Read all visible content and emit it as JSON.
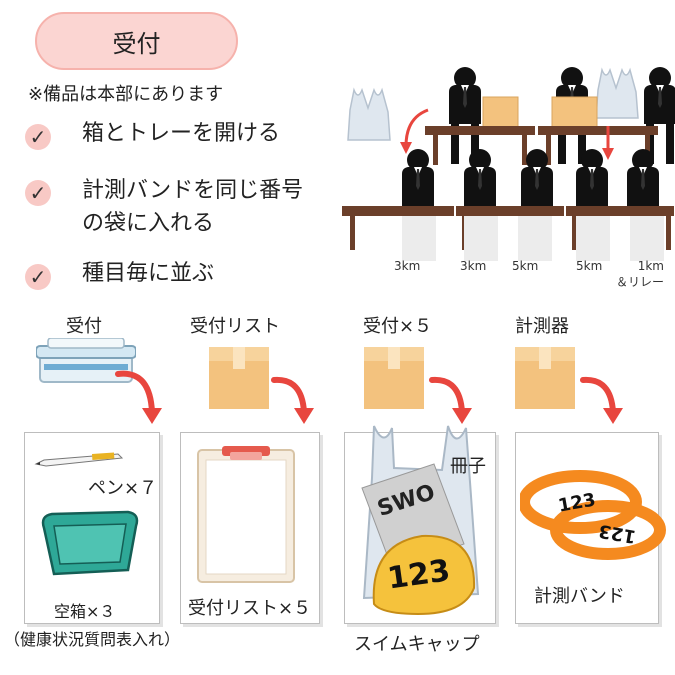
{
  "header": {
    "title": "受付",
    "note": "※備品は本部にあります"
  },
  "checklist": [
    {
      "text": "箱とトレーを開ける"
    },
    {
      "text": "計測バンドを同じ番号\nの袋に入れる"
    },
    {
      "text": "種目毎に並ぶ"
    }
  ],
  "check_glyph": "✓",
  "lanes": [
    {
      "label": "3km"
    },
    {
      "label": "3km"
    },
    {
      "label": "5km"
    },
    {
      "label": "5km"
    },
    {
      "label": "1km\n＆リレー"
    }
  ],
  "stations": [
    {
      "title": "受付",
      "contents": [
        "ペン×７",
        "空箱×３",
        "（健康状況質問表入れ）"
      ]
    },
    {
      "title": "受付リスト",
      "contents": [
        "受付リスト×５"
      ]
    },
    {
      "title": "受付×５",
      "contents": [
        "冊子",
        "スイムキャップ"
      ]
    },
    {
      "title": "計測器",
      "contents": [
        "計測バンド"
      ]
    }
  ],
  "colors": {
    "pill": "#fbd5d2",
    "check": "#f8c9c5",
    "arrow": "#e8463e",
    "box": "#f3c27e",
    "tray": "#2ea897",
    "cap": "#f5c23c",
    "band": "#f58a1f"
  },
  "icons": [
    "check-icon",
    "plastic-bag-icon",
    "person-icon",
    "table-icon",
    "cardboard-box-icon",
    "curved-arrow-icon",
    "pen-icon",
    "tray-icon",
    "clipboard-icon",
    "booklet-icon",
    "swim-cap-icon",
    "timing-band-icon"
  ]
}
